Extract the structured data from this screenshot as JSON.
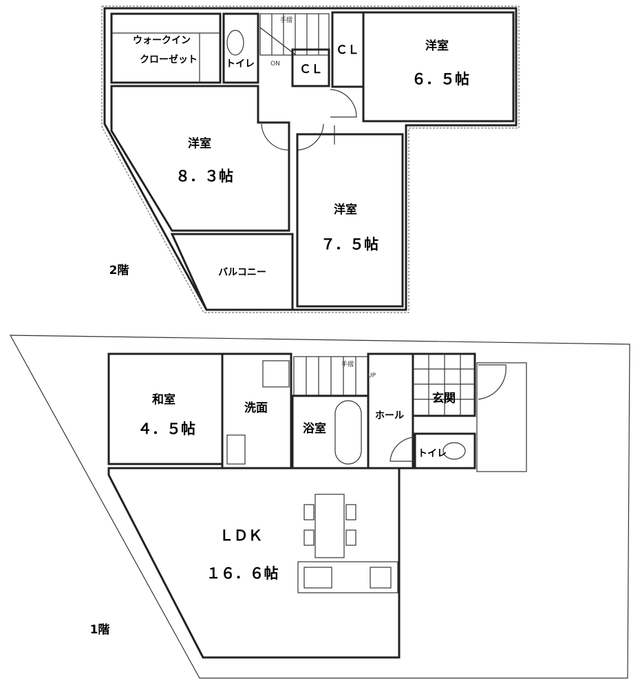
{
  "floor2": {
    "label": "2階",
    "rooms": {
      "wic_line1": "ウォークイン",
      "wic_line2": "クローゼット",
      "toilet": "トイレ",
      "cl_small": "ＣＬ",
      "cl": "ＣＬ",
      "western_a_name": "洋室",
      "western_a_size": "６．５帖",
      "western_b_name": "洋室",
      "western_b_size": "８．３帖",
      "western_c_name": "洋室",
      "western_c_size": "７．５帖",
      "balcony": "バルコニー"
    },
    "handrail": "手摺",
    "on_label": "ON"
  },
  "floor1": {
    "label": "1階",
    "rooms": {
      "washitsu_name": "和室",
      "washitsu_size": "４．５帖",
      "washroom": "洗面",
      "bath": "浴室",
      "hall": "ホール",
      "entrance": "玄関",
      "toilet": "トイレ",
      "ldk_name": "ＬＤＫ",
      "ldk_size": "１６．６帖"
    },
    "handrail": "手摺",
    "up_label": "UP"
  }
}
